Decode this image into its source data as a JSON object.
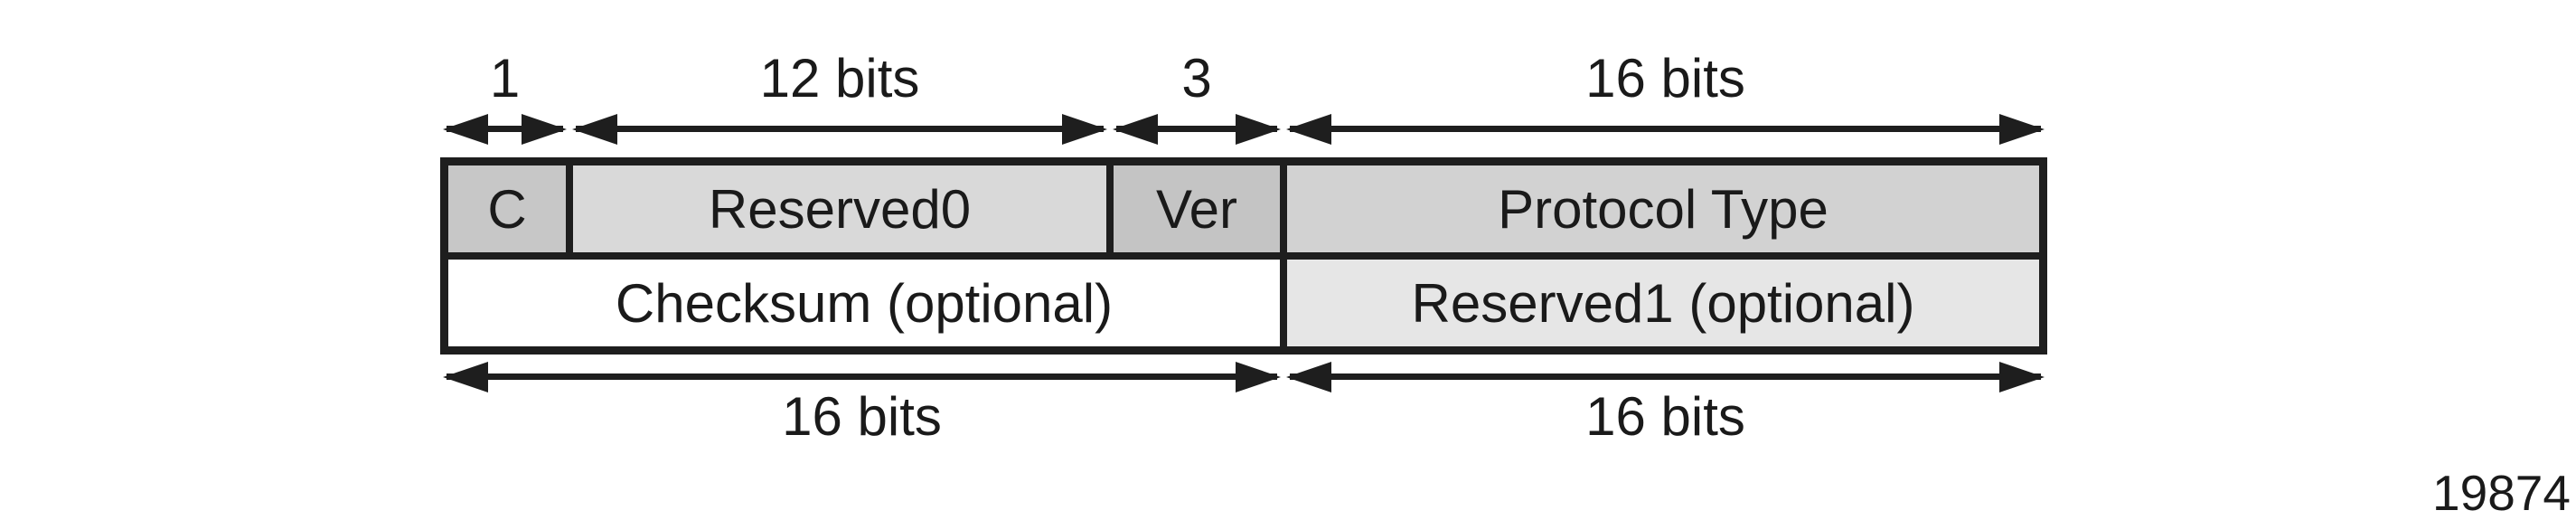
{
  "figure_number": "19874",
  "colors": {
    "line": "#1e1e1e",
    "text": "#1a1a1a",
    "cell_c": "#c7c7c7",
    "cell_reserved0": "#d9d9d9",
    "cell_ver": "#c4c4c4",
    "cell_protocol_type": "#d2d2d2",
    "cell_checksum": "#ffffff",
    "cell_reserved1": "#e6e6e6"
  },
  "top_dimensions": [
    {
      "label": "1",
      "from_col": 0,
      "to_col": 1
    },
    {
      "label": "12 bits",
      "from_col": 1,
      "to_col": 2
    },
    {
      "label": "3",
      "from_col": 2,
      "to_col": 3
    },
    {
      "label": "16 bits",
      "from_col": 3,
      "to_col": 4
    }
  ],
  "rows": [
    {
      "cells": [
        {
          "name": "field-c",
          "label": "C",
          "bg_key": "cell_c",
          "from_col": 0,
          "to_col": 1
        },
        {
          "name": "field-reserved0",
          "label": "Reserved0",
          "bg_key": "cell_reserved0",
          "from_col": 1,
          "to_col": 2
        },
        {
          "name": "field-ver",
          "label": "Ver",
          "bg_key": "cell_ver",
          "from_col": 2,
          "to_col": 3
        },
        {
          "name": "field-protocol-type",
          "label": "Protocol Type",
          "bg_key": "cell_protocol_type",
          "from_col": 3,
          "to_col": 4
        }
      ]
    },
    {
      "cells": [
        {
          "name": "field-checksum",
          "label": "Checksum (optional)",
          "bg_key": "cell_checksum",
          "from_col": 0,
          "to_col": 3
        },
        {
          "name": "field-reserved1",
          "label": "Reserved1 (optional)",
          "bg_key": "cell_reserved1",
          "from_col": 3,
          "to_col": 4
        }
      ]
    }
  ],
  "bottom_dimensions": [
    {
      "label": "16 bits",
      "from_col": 0,
      "to_col": 3
    },
    {
      "label": "16 bits",
      "from_col": 3,
      "to_col": 4
    }
  ]
}
